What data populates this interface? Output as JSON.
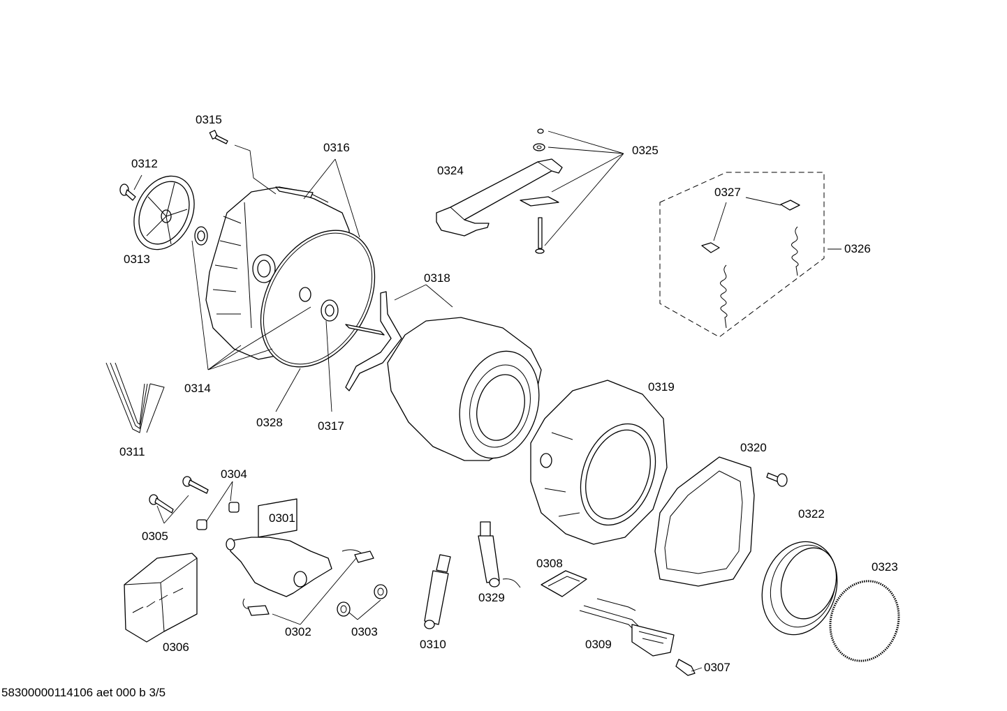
{
  "parts": [
    {
      "id": "0301"
    },
    {
      "id": "0302"
    },
    {
      "id": "0303"
    },
    {
      "id": "0304"
    },
    {
      "id": "0305"
    },
    {
      "id": "0306"
    },
    {
      "id": "0307"
    },
    {
      "id": "0308"
    },
    {
      "id": "0309"
    },
    {
      "id": "0310"
    },
    {
      "id": "0311"
    },
    {
      "id": "0312"
    },
    {
      "id": "0313"
    },
    {
      "id": "0314"
    },
    {
      "id": "0315"
    },
    {
      "id": "0316"
    },
    {
      "id": "0317"
    },
    {
      "id": "0318"
    },
    {
      "id": "0319"
    },
    {
      "id": "0320"
    },
    {
      "id": "0322"
    },
    {
      "id": "0323"
    },
    {
      "id": "0324"
    },
    {
      "id": "0325"
    },
    {
      "id": "0326"
    },
    {
      "id": "0327"
    },
    {
      "id": "0328"
    },
    {
      "id": "0329"
    }
  ],
  "footer": "58300000114106 aet 000 b 3/5"
}
